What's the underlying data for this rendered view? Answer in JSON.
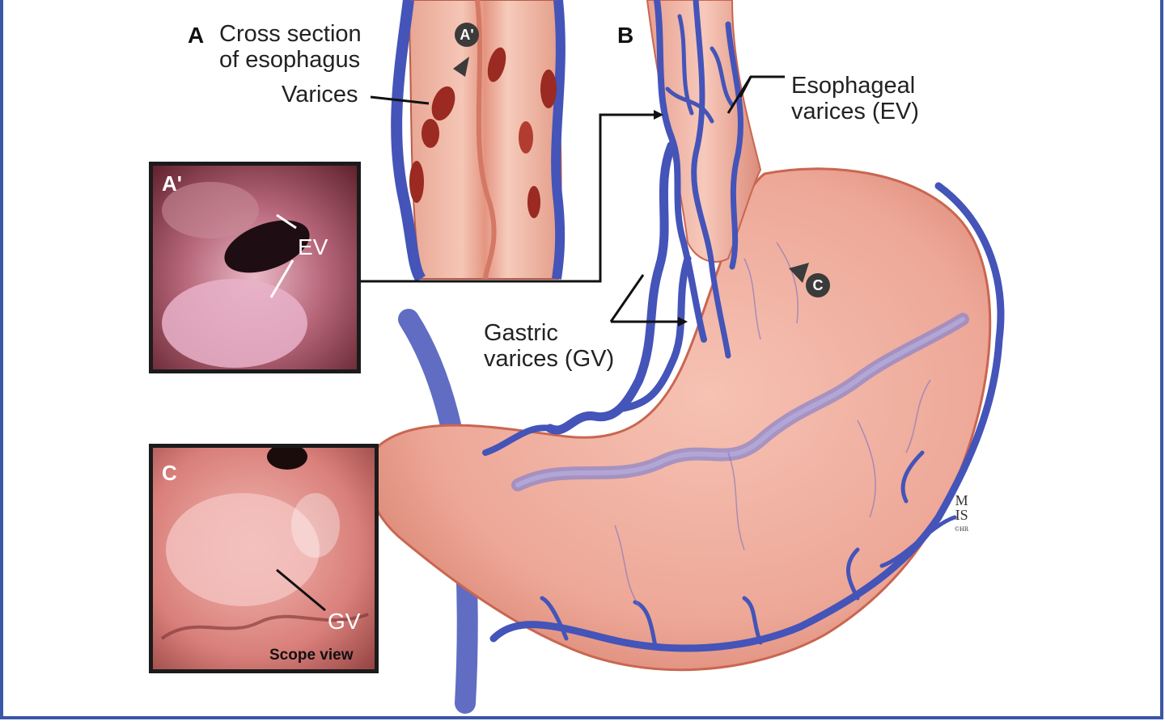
{
  "labels": {
    "A": "A",
    "cross_section_line1": "Cross section",
    "cross_section_line2": "of esophagus",
    "varices": "Varices",
    "B": "B",
    "esophageal_line1": "Esophageal",
    "esophageal_line2": "varices (EV)",
    "gastric_line1": "Gastric",
    "gastric_line2": "varices (GV)",
    "A_prime_panel": "A'",
    "EV": "EV",
    "C_panel": "C",
    "GV": "GV",
    "scope_view": "Scope view",
    "badge_A_prime": "A'",
    "badge_C": "C"
  },
  "signature": {
    "monogram_top": "M",
    "monogram_bottom": "IS",
    "small": "©HR"
  },
  "colors": {
    "border_blue": "#3a57a8",
    "vein_blue": "#4454b8",
    "vein_blue_dark": "#2c3a8c",
    "tissue_pink": "#eea898",
    "tissue_red": "#c76b5c",
    "varix_red": "#9a2a22"
  }
}
